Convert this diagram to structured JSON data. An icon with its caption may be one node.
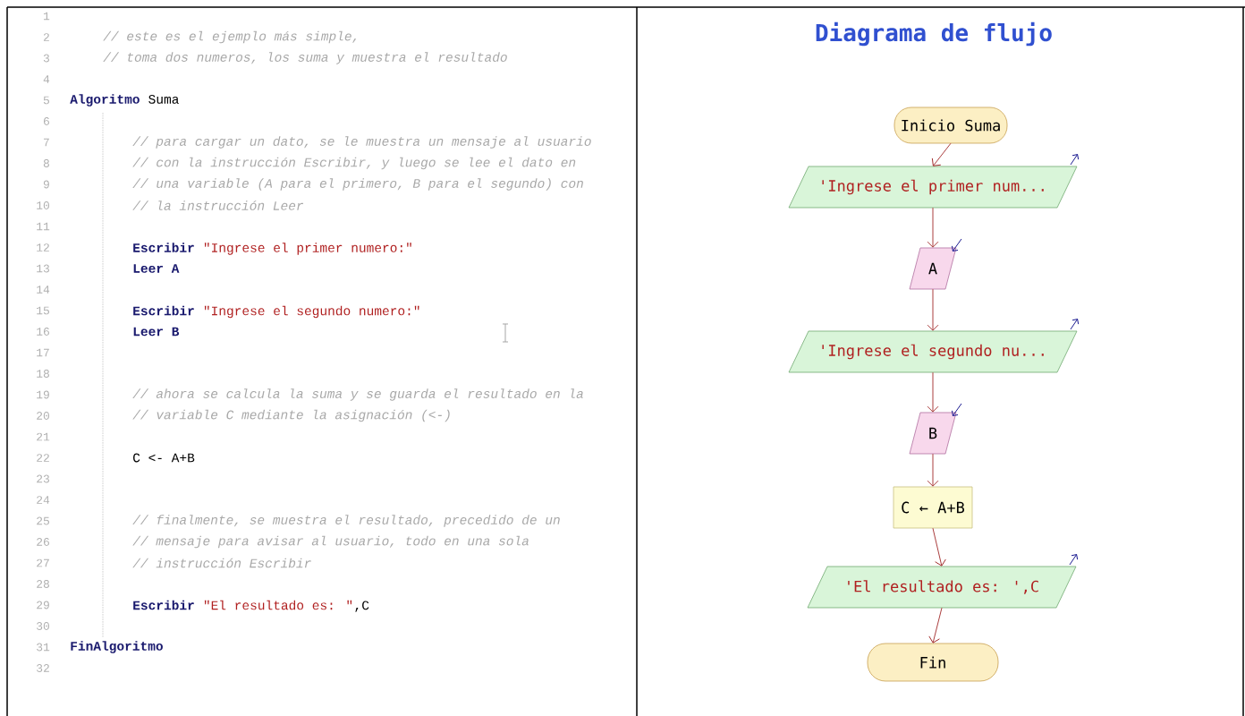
{
  "diagram": {
    "title": "Diagrama de flujo",
    "nodes": [
      {
        "text": [
          "Inicio Suma"
        ]
      },
      {
        "text": [
          "'Ingrese el primer num..."
        ]
      },
      {
        "text": [
          "A"
        ]
      },
      {
        "text": [
          "'Ingrese el segundo nu..."
        ]
      },
      {
        "text": [
          "B"
        ]
      },
      {
        "text": [
          "C ← A+B"
        ]
      },
      {
        "text": [
          "'El resultado es: ',C"
        ]
      },
      {
        "text": [
          "Fin"
        ]
      }
    ],
    "edges": [
      {
        "from": 0,
        "to": 1,
        "arrow": "to"
      },
      {
        "from": 1,
        "to": 2,
        "arrow": "to"
      },
      {
        "from": 2,
        "to": 3,
        "arrow": "to"
      },
      {
        "from": 3,
        "to": 4,
        "arrow": "to"
      },
      {
        "from": 4,
        "to": 5,
        "arrow": "to"
      },
      {
        "from": 5,
        "to": 6,
        "arrow": "to"
      },
      {
        "from": 6,
        "to": 7,
        "arrow": "to"
      }
    ],
    "labels": [
      "1",
      "2",
      "// este es el ejemplo más simple,",
      "3",
      "// toma dos numeros, los suma y muestra el resultado",
      "4",
      "5",
      "Algoritmo",
      "Suma",
      "6",
      "7",
      "// para cargar un dato, se le muestra un mensaje al usuario",
      "8",
      "// con la instrucción Escribir, y luego se lee el dato en",
      "9",
      "// una variable (A para el primero, B para el segundo) con",
      "10",
      "// la instrucción Leer",
      "11",
      "12",
      "Escribir",
      "\"Ingrese el primer numero:\"",
      "13",
      "Leer A",
      "14",
      "15",
      "Escribir",
      "\"Ingrese el segundo numero:\"",
      "16",
      "Leer B",
      "17",
      "18",
      "19",
      "// ahora se calcula la suma y se guarda el resultado en la",
      "20",
      "// variable C mediante la asignación (<-)",
      "21",
      "22",
      "C <- A+B",
      "23",
      "24",
      "25",
      "// finalmente, se muestra el resultado, precedido de un",
      "26",
      "// mensaje para avisar al usuario, todo en una sola",
      "27",
      "// instrucción Escribir",
      "28",
      "29",
      "Escribir",
      "\"El resultado es: \"",
      ",C",
      "30",
      "31",
      "FinAlgoritmo",
      "32"
    ]
  }
}
